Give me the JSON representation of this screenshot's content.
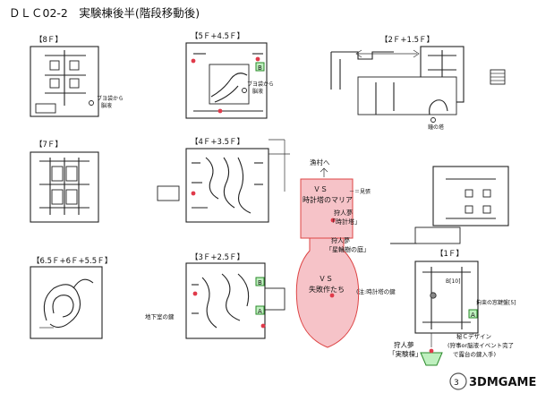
{
  "title": "ＤＬＣ02-2　実験棟後半(階段移動後)",
  "floors": {
    "f8": "【8Ｆ】",
    "f5": "【5Ｆ+4.5Ｆ】",
    "f2": "【2Ｆ+1.5Ｆ】",
    "f7": "【7Ｆ】",
    "f4": "【4Ｆ+3.5Ｆ】",
    "f6": "【6.5Ｆ+6Ｆ+5.5Ｆ】",
    "f3": "【3Ｆ+2.5Ｆ】",
    "f1": "【1Ｆ】"
  },
  "annotations": {
    "probe_8f_1": "ブヨ袋から",
    "probe_8f_2": "脳液",
    "probe_5f_1": "ブヨ袋から",
    "probe_5f_2": "脳液",
    "goal_2f": "鐘の塔",
    "town_arrow": "漁村へ",
    "vs1": "ＶＳ",
    "maria": "時計塔のマリア",
    "lamp_top": "－＝見張",
    "hunter_dream1_1": "狩人夢",
    "hunter_dream1_2": "「時計塔」",
    "hunter_dream2_1": "狩人夢",
    "hunter_dream2_2": "「星輪樹の庭」",
    "vs2": "ＶＳ",
    "failures": "失敗作たち",
    "clock_key": "(注:時計塔の鍵",
    "basement_key": "地下室の鍵",
    "b10": "B[10]",
    "hidden_note": "拘束の窓鍵盤[5]",
    "rune_1": "秘Ｃデザイン",
    "rune_2": "(狩事or脳液イベント完了",
    "rune_3": "で露台の鍵入手)",
    "hunter_dream3_1": "狩人夢",
    "hunter_dream3_2": "「実験棟」",
    "marker_b": "B",
    "marker_a": "A",
    "watermark": "3DMGAME"
  },
  "colors": {
    "pink": "#f6c3c8",
    "red": "#e03a4a",
    "green": "#bff0bf"
  }
}
